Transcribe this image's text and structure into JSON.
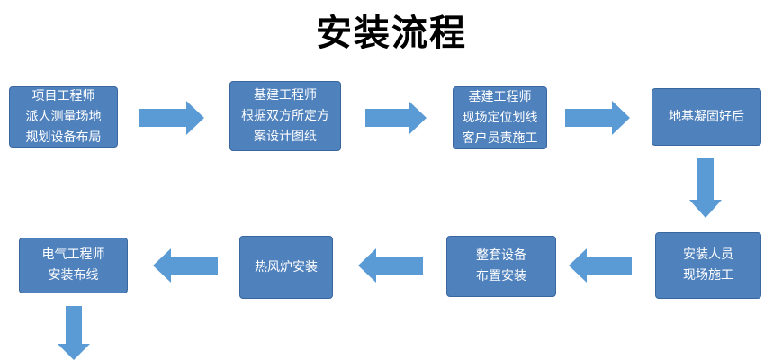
{
  "title": "安装流程",
  "colors": {
    "box_fill": "#4f81bd",
    "arrow_fill": "#5b9bd5",
    "text": "#ffffff"
  },
  "steps": [
    {
      "lines": [
        "项目工程师",
        "派人测量场地",
        "规划设备布局"
      ]
    },
    {
      "lines": [
        "基建工程师",
        "根据双方所定方",
        "案设计图纸"
      ]
    },
    {
      "lines": [
        "基建工程师",
        "现场定位划线",
        "客户员责施工"
      ]
    },
    {
      "lines": [
        "地基凝固好后"
      ]
    },
    {
      "lines": [
        "安装人员",
        "现场施工"
      ]
    },
    {
      "lines": [
        "整套设备",
        "布置安装"
      ]
    },
    {
      "lines": [
        "热风炉安装"
      ]
    },
    {
      "lines": [
        "电气工程师",
        "安装布线"
      ]
    }
  ]
}
